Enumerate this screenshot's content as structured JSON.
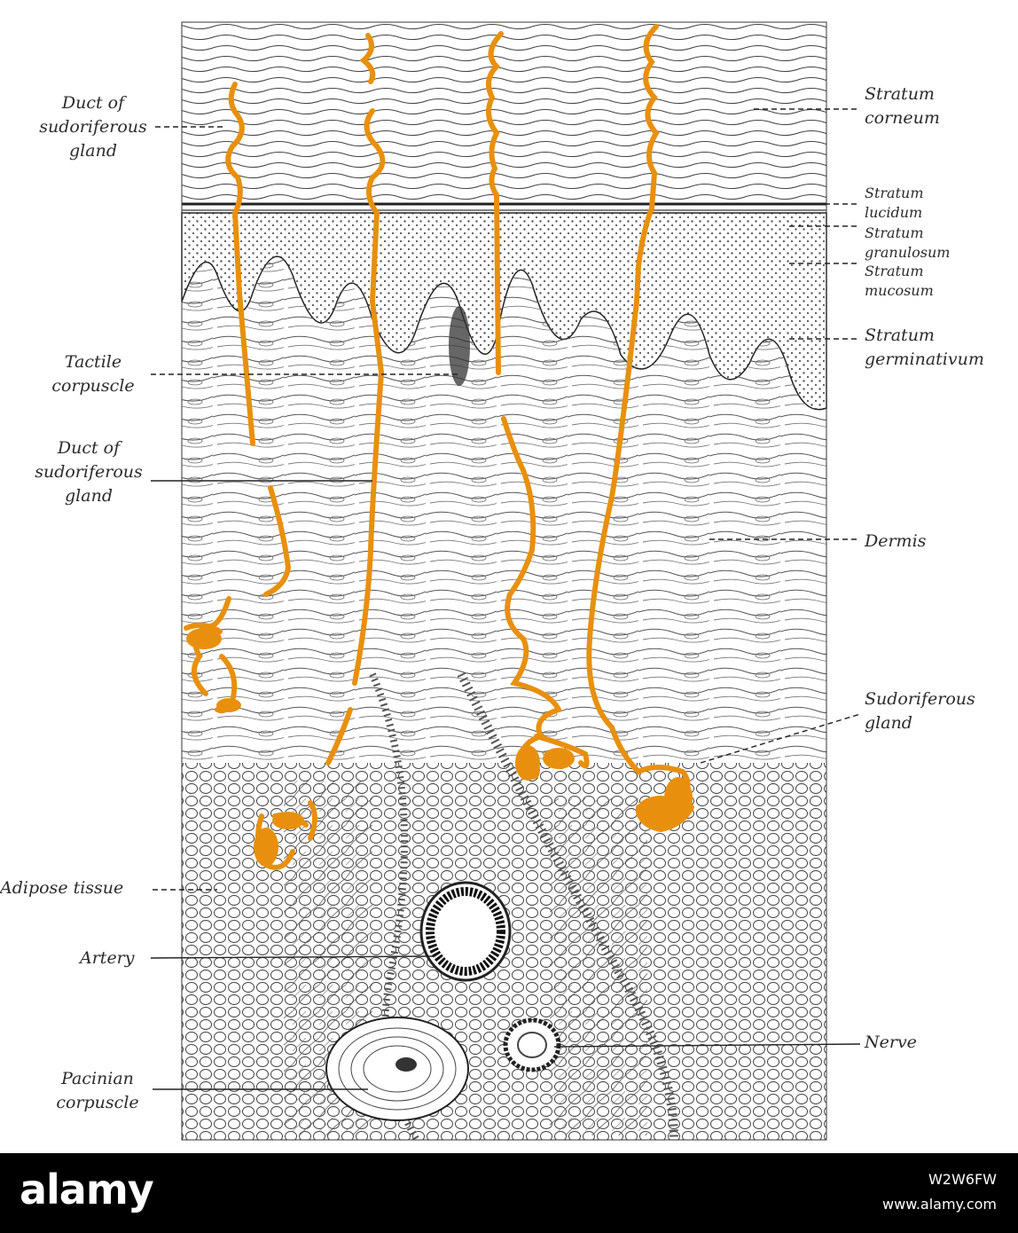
{
  "colors": {
    "gland": "#e8900e",
    "ink": "#2b2b2b",
    "footer": "#000000"
  },
  "labels": {
    "duct_top": "Duct of\nsudoriferous\ngland",
    "tactile": "Tactile\ncorpuscle",
    "duct_mid": "Duct of\nsudoriferous\ngland",
    "adipose": "Adipose tissue",
    "artery": "Artery",
    "pacinian": "Pacinian\ncorpuscle",
    "corneum": "Stratum\ncorneum",
    "lucidum": "Stratum\nlucidum",
    "granulosum": "Stratum\ngranulosum",
    "mucosum": "Stratum\nmucosum",
    "germinativum": "Stratum\ngerminativum",
    "dermis": "Dermis",
    "sudoriferous_gland": "Sudoriferous\ngland",
    "nerve": "Nerve"
  },
  "footer": {
    "logo": "alamy",
    "image_id": "W2W6FW",
    "url": "www.alamy.com"
  }
}
